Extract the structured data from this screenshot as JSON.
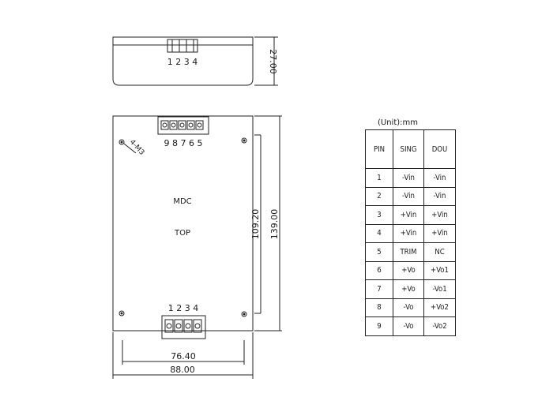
{
  "side_view": {
    "pin_numbers": "1 2 3 4",
    "height_dim": "27.00"
  },
  "top_view": {
    "mount_label": "4-M3",
    "pin_numbers_top": "9 8 7 6 5",
    "pin_numbers_bottom": "1 2 3 4",
    "model_label": "MDC",
    "view_label": "TOP",
    "inner_height_dim": "109.20",
    "outer_height_dim": "139.00",
    "inner_width_dim": "76.40",
    "outer_width_dim": "88.00"
  },
  "pin_table": {
    "unit_label": "(Unit):mm",
    "headers": [
      "PIN",
      "SING",
      "DOU"
    ],
    "rows": [
      [
        "1",
        "-Vin",
        "-Vin"
      ],
      [
        "2",
        "-Vin",
        "-Vin"
      ],
      [
        "3",
        "+Vin",
        "+Vin"
      ],
      [
        "4",
        "+Vin",
        "+Vin"
      ],
      [
        "5",
        "TRIM",
        "NC"
      ],
      [
        "6",
        "+Vo",
        "+Vo1"
      ],
      [
        "7",
        "+Vo",
        "-Vo1"
      ],
      [
        "8",
        "-Vo",
        "+Vo2"
      ],
      [
        "9",
        "-Vo",
        "-Vo2"
      ]
    ]
  }
}
